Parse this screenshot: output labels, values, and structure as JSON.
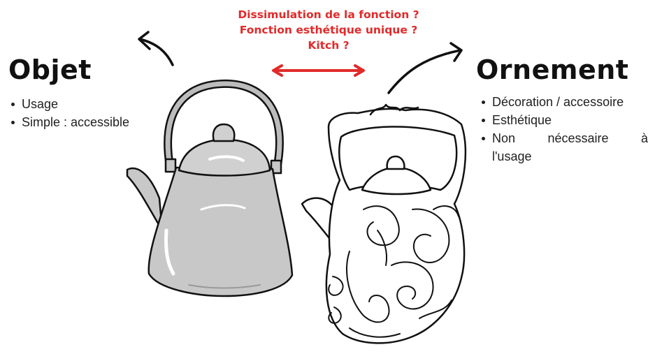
{
  "questions": [
    "Dissimulation de la fonction ?",
    "Fonction esthétique unique ?",
    "Kitch ?"
  ],
  "left": {
    "title": "Objet",
    "items": [
      "Usage",
      "Simple : accessible"
    ]
  },
  "right": {
    "title": "Ornement",
    "items": [
      "Décoration / accessoire",
      "Esthétique"
    ],
    "item3_words": [
      "Non",
      "nécessaire",
      "à"
    ],
    "item3_cont": "l'usage"
  },
  "colors": {
    "accent": "#e12a2a",
    "kettle_fill": "#c8c8c8",
    "ink": "#111111"
  },
  "icons": [
    "curved-arrow-up-left-icon",
    "curved-arrow-up-right-icon",
    "double-arrow-icon",
    "plain-kettle-illustration",
    "ornate-teapot-illustration"
  ]
}
